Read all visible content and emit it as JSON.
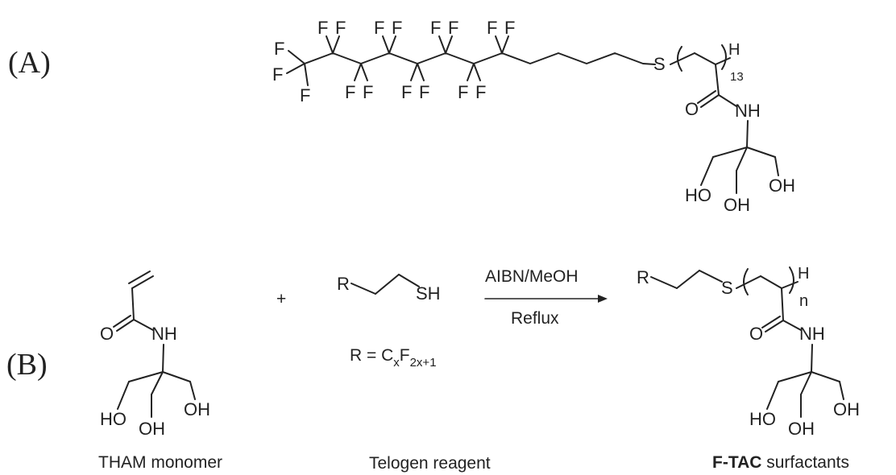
{
  "panel_labels": {
    "a": "(A)",
    "b": "(B)"
  },
  "atoms": {
    "F": "F",
    "S": "S",
    "H": "H",
    "O": "O",
    "NH": "NH",
    "HO": "HO",
    "OH": "OH",
    "R": "R",
    "SH": "SH"
  },
  "subscripts": {
    "repeat_13": "13",
    "repeat_n": "n"
  },
  "reaction": {
    "plus": "+",
    "condition_above": "AIBN/MeOH",
    "condition_below": "Reflux",
    "r_definition": {
      "lhs": "R = C",
      "x": "x",
      "F": "F",
      "range": "2x+1"
    }
  },
  "captions": {
    "monomer": "THAM monomer",
    "telogen": "Telogen reagent",
    "product_bold": "F-TAC",
    "product_rest": " surfactants"
  },
  "colors": {
    "ink": "#222222",
    "background": "#ffffff"
  }
}
